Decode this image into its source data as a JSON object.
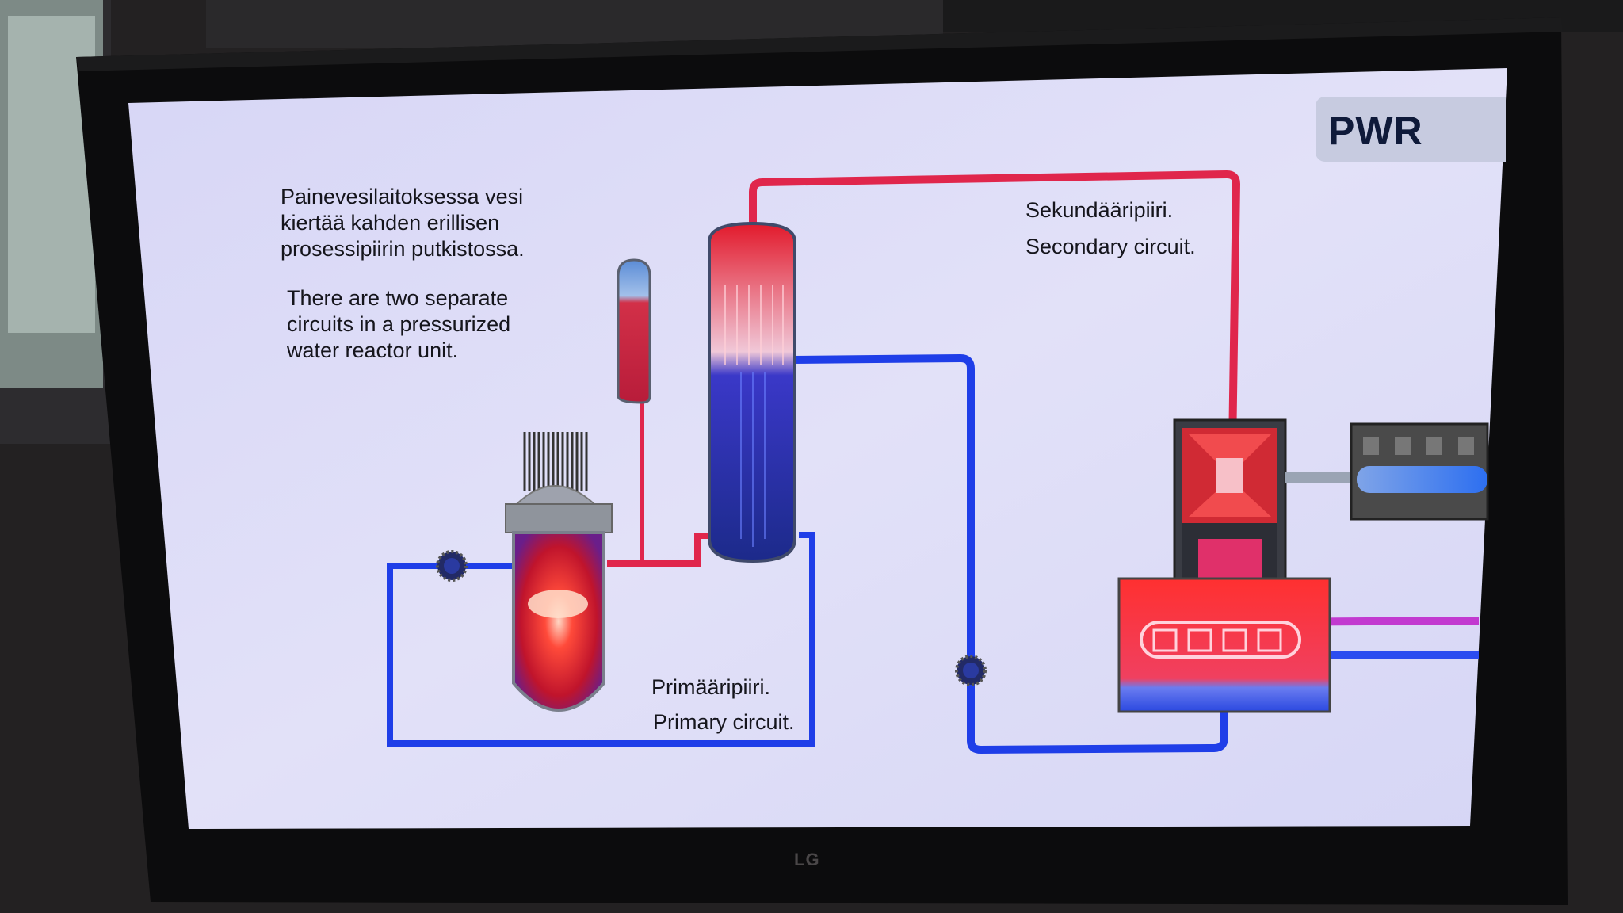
{
  "badge": {
    "title": "PWR"
  },
  "intro": {
    "fi_lines": [
      "Painevesilaitoksessa vesi",
      "kiertää kahden erillisen",
      "prosessipiirin putkistossa."
    ],
    "en_lines": [
      "There are two separate",
      "circuits in a pressurized",
      "water reactor unit."
    ]
  },
  "secondary": {
    "fi": "Sekundääripiiri.",
    "en": "Secondary circuit."
  },
  "primary": {
    "fi": "Primääripiiri.",
    "en": "Primary circuit."
  },
  "monitor": {
    "brand": "LG"
  },
  "colors": {
    "hot_pipe": "#e0264c",
    "cold_pipe": "#1f3ee8",
    "screen_bg": "#dcdcf7",
    "text": "#15151c",
    "badge_bg": "#c7cbe0"
  },
  "icons": [
    "primary-pump-icon",
    "secondary-pump-icon",
    "reactor-vessel-icon",
    "pressurizer-icon",
    "steam-generator-icon",
    "turbine-icon",
    "generator-icon",
    "condenser-icon"
  ]
}
